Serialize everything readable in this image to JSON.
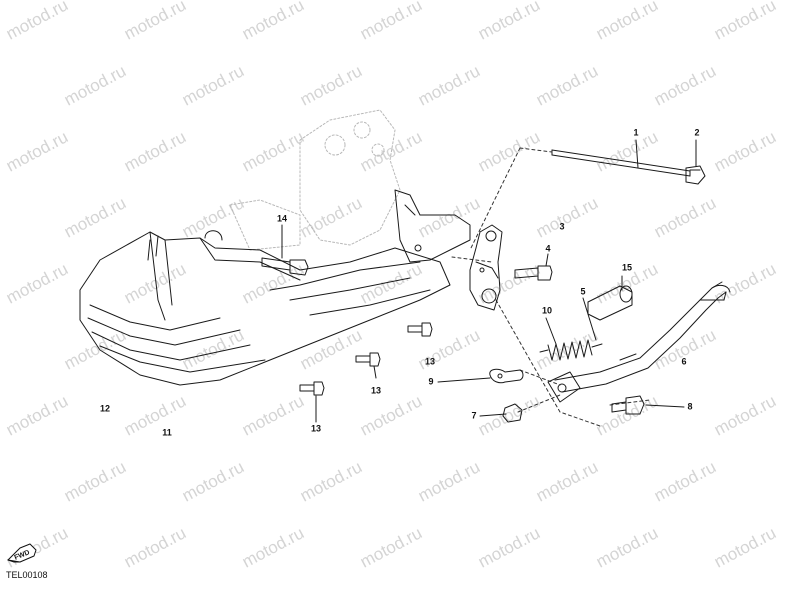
{
  "watermark": {
    "text": "motod.ru",
    "color": "#d4d4d4"
  },
  "diagram": {
    "id": "TEL00108",
    "fwd_label": "FWD",
    "line_color": "#1a1a1a",
    "background": "#ffffff"
  },
  "callouts": [
    {
      "id": "c1",
      "label": "1"
    },
    {
      "id": "c2",
      "label": "2"
    },
    {
      "id": "c3",
      "label": "3"
    },
    {
      "id": "c4",
      "label": "4"
    },
    {
      "id": "c5",
      "label": "5"
    },
    {
      "id": "c6",
      "label": "6"
    },
    {
      "id": "c7",
      "label": "7"
    },
    {
      "id": "c8",
      "label": "8"
    },
    {
      "id": "c9",
      "label": "9"
    },
    {
      "id": "c10",
      "label": "10"
    },
    {
      "id": "c11",
      "label": "11"
    },
    {
      "id": "c12",
      "label": "12"
    },
    {
      "id": "c13a",
      "label": "13"
    },
    {
      "id": "c13b",
      "label": "13"
    },
    {
      "id": "c13c",
      "label": "13"
    },
    {
      "id": "c14",
      "label": "14"
    },
    {
      "id": "c15",
      "label": "15"
    }
  ]
}
